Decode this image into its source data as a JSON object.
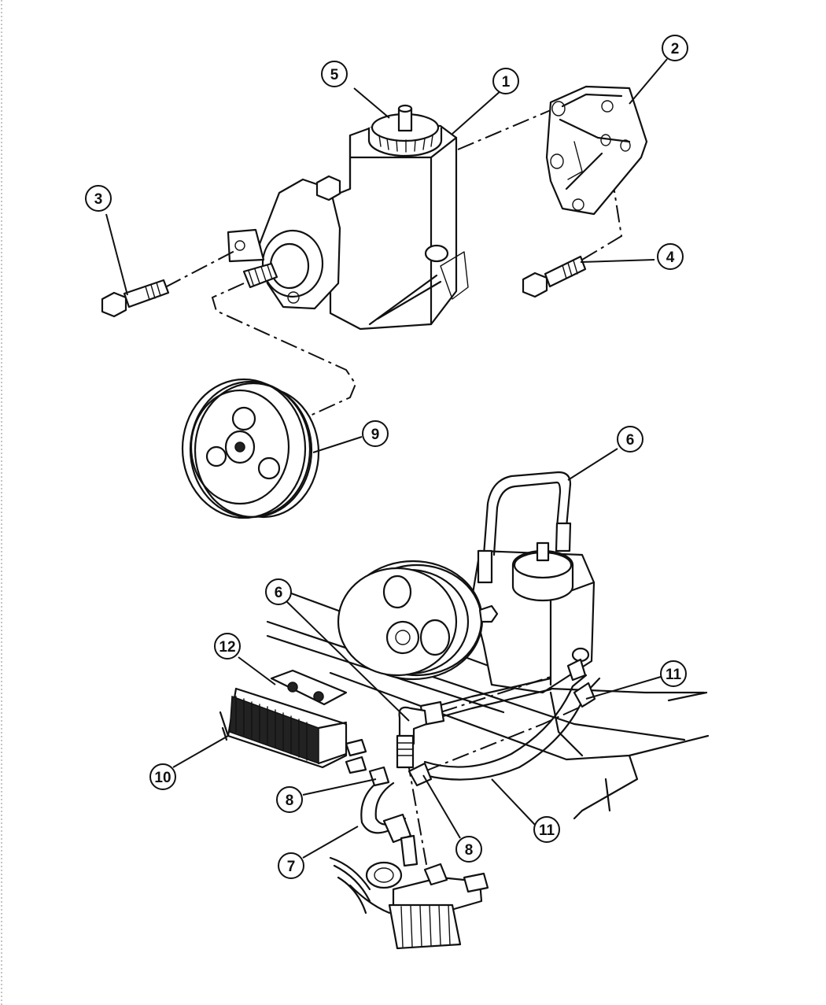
{
  "callouts": [
    {
      "id": "1",
      "label": "1"
    },
    {
      "id": "2",
      "label": "2"
    },
    {
      "id": "3",
      "label": "3"
    },
    {
      "id": "4",
      "label": "4"
    },
    {
      "id": "5",
      "label": "5"
    },
    {
      "id": "6a",
      "label": "6"
    },
    {
      "id": "6b",
      "label": "6"
    },
    {
      "id": "7",
      "label": "7"
    },
    {
      "id": "8a",
      "label": "8"
    },
    {
      "id": "8b",
      "label": "8"
    },
    {
      "id": "9",
      "label": "9"
    },
    {
      "id": "10",
      "label": "10"
    },
    {
      "id": "11a",
      "label": "11"
    },
    {
      "id": "11b",
      "label": "11"
    },
    {
      "id": "12",
      "label": "12"
    }
  ]
}
